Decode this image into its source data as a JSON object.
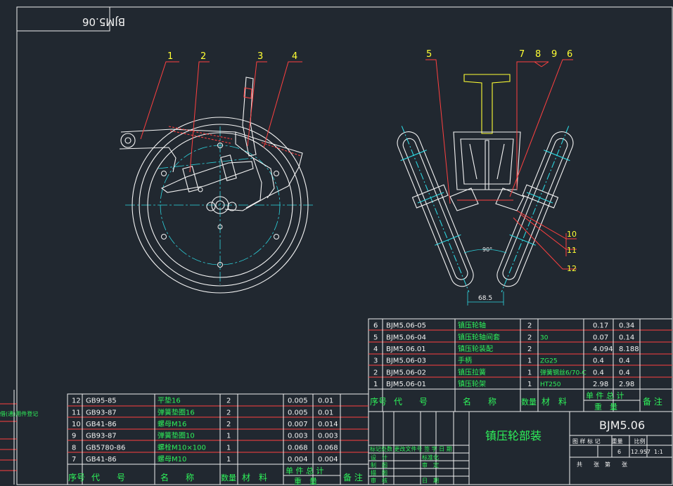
{
  "title_block_top": {
    "code_mirrored": "BJM5.06"
  },
  "balloons_left": [
    "1",
    "2",
    "3",
    "4"
  ],
  "balloons_right": [
    "5",
    "7",
    "8",
    "9",
    "6"
  ],
  "balloons_right_low": [
    "10",
    "11",
    "12"
  ],
  "dimensions": {
    "angle": "90°",
    "width": "68.5"
  },
  "bom_right": {
    "rows": [
      {
        "no": "6",
        "code": "BJM5.06-05",
        "name": "镇压轮轴",
        "qty": "2",
        "material": "",
        "unit": "0.17",
        "total": "0.34",
        "note": ""
      },
      {
        "no": "5",
        "code": "BJM5.06-04",
        "name": "镇压轮轴间套",
        "qty": "2",
        "material": "30",
        "unit": "0.07",
        "total": "0.14",
        "note": ""
      },
      {
        "no": "4",
        "code": "BJM5.06.01",
        "name": "镇压轮装配",
        "qty": "2",
        "material": "",
        "unit": "4.094",
        "total": "8.188",
        "note": ""
      },
      {
        "no": "3",
        "code": "BJM5.06-03",
        "name": "手柄",
        "qty": "1",
        "material": "ZG25",
        "unit": "0.4",
        "total": "0.4",
        "note": ""
      },
      {
        "no": "2",
        "code": "BJM5.06-02",
        "name": "镇压拉簧",
        "qty": "1",
        "material": "弹簧钢丝6/70-C",
        "unit": "0.4",
        "total": "0.4",
        "note": ""
      },
      {
        "no": "1",
        "code": "BJM5.06-01",
        "name": "镇压轮架",
        "qty": "1",
        "material": "HT250",
        "unit": "2.98",
        "total": "2.98",
        "note": ""
      }
    ],
    "header": {
      "no": "序号",
      "code": "代　　号",
      "name": "名　　称",
      "qty": "数量",
      "material": "材　料",
      "weight": "单 件 总 计",
      "weight2": "重　量",
      "note": "备 注"
    }
  },
  "bom_left": {
    "rows": [
      {
        "no": "12",
        "code": "GB95-85",
        "name": "平垫16",
        "qty": "2",
        "unit": "0.005",
        "total": "0.01"
      },
      {
        "no": "11",
        "code": "GB93-87",
        "name": "弹簧垫圈16",
        "qty": "2",
        "unit": "0.005",
        "total": "0.01"
      },
      {
        "no": "10",
        "code": "GB41-86",
        "name": "螺母M16",
        "qty": "2",
        "unit": "0.007",
        "total": "0.014"
      },
      {
        "no": "9",
        "code": "GB93-87",
        "name": "弹簧垫圈10",
        "qty": "1",
        "unit": "0.003",
        "total": "0.003"
      },
      {
        "no": "8",
        "code": "GB5780-86",
        "name": "螺栓M10×100",
        "qty": "1",
        "unit": "0.068",
        "total": "0.068"
      },
      {
        "no": "7",
        "code": "GB41-86",
        "name": "螺母M10",
        "qty": "1",
        "unit": "0.004",
        "total": "0.004"
      }
    ],
    "header": {
      "no": "序号",
      "code": "代　　号",
      "name": "名　　称",
      "qty": "数量",
      "material": "材　料",
      "weight": "单 件 总 计",
      "weight2": "重　量",
      "note": "备 注"
    }
  },
  "title_block": {
    "part_name": "镇压轮部装",
    "drawing_no": "BJM5.06",
    "rev_header": "标记处数  更改文件号  签 字  日 期",
    "roles": [
      "设　计",
      "制　图",
      "描　图",
      "审　核"
    ],
    "roles2": [
      "标准化",
      "审　定",
      "日　期"
    ],
    "stage_labels": "图 样 标 记　　重量　　比例",
    "sheets": "6",
    "weight": "12.957",
    "scale": "1:1",
    "sheet_label": "共　　张　第　　张"
  },
  "left_edge_label": "借(通)用件登记"
}
